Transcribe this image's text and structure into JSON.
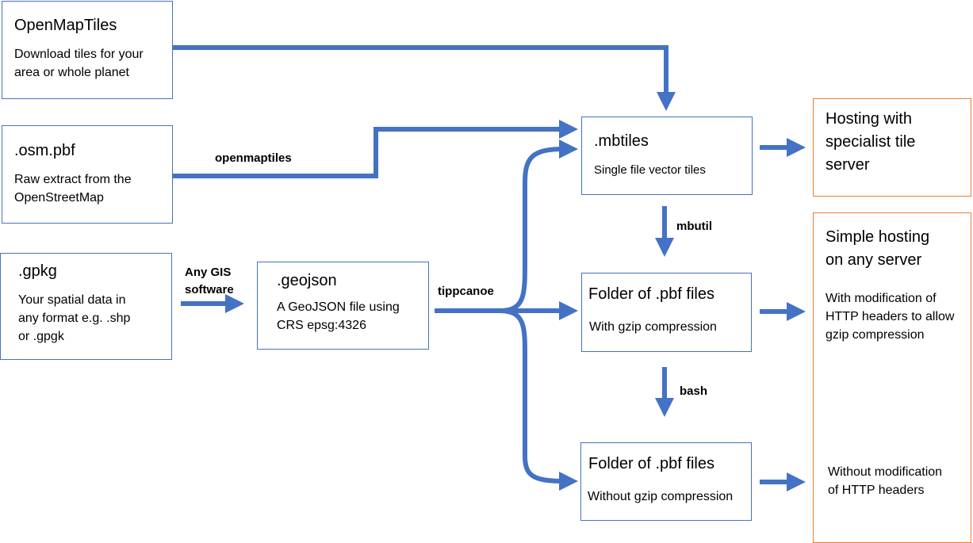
{
  "nodes": {
    "openmaptiles": {
      "title": "OpenMapTiles",
      "line1": "Download tiles for your",
      "line2": "area or whole planet"
    },
    "osm": {
      "title": ".osm.pbf",
      "line1": "Raw extract from the",
      "line2": "OpenStreetMap"
    },
    "gpkg": {
      "title": ".gpkg",
      "line1": "Your spatial data in",
      "line2": "any format e.g. .shp",
      "line3": "or .gpgk"
    },
    "geojson": {
      "title": ".geojson",
      "line1": "A GeoJSON file using",
      "line2": "CRS epsg:4326"
    },
    "mbtiles": {
      "title": ".mbtiles",
      "line1": "Single file vector tiles"
    },
    "folder_gzip": {
      "title": "Folder of .pbf files",
      "line1": "With gzip compression"
    },
    "folder_nogzip": {
      "title": "Folder of .pbf files",
      "line1": "Without gzip compression"
    },
    "hosting_specialist": {
      "line1": "Hosting with",
      "line2": "specialist tile",
      "line3": "server"
    },
    "hosting_simple": {
      "line1": "Simple hosting",
      "line2": "on any server",
      "note1_a": "With modification of",
      "note1_b": "HTTP headers to allow",
      "note1_c": "gzip compression",
      "note2_a": "Without modification",
      "note2_b": "of HTTP headers"
    }
  },
  "edge_labels": {
    "openmaptiles": "openmaptiles",
    "any_gis_1": "Any GIS",
    "any_gis_2": "software",
    "tippecanoe": "tippcanoe",
    "mbutil": "mbutil",
    "bash": "bash"
  },
  "colors": {
    "arrow": "#4472c4",
    "box_border": "#4472c4",
    "hosting_border": "#ed7d31"
  }
}
